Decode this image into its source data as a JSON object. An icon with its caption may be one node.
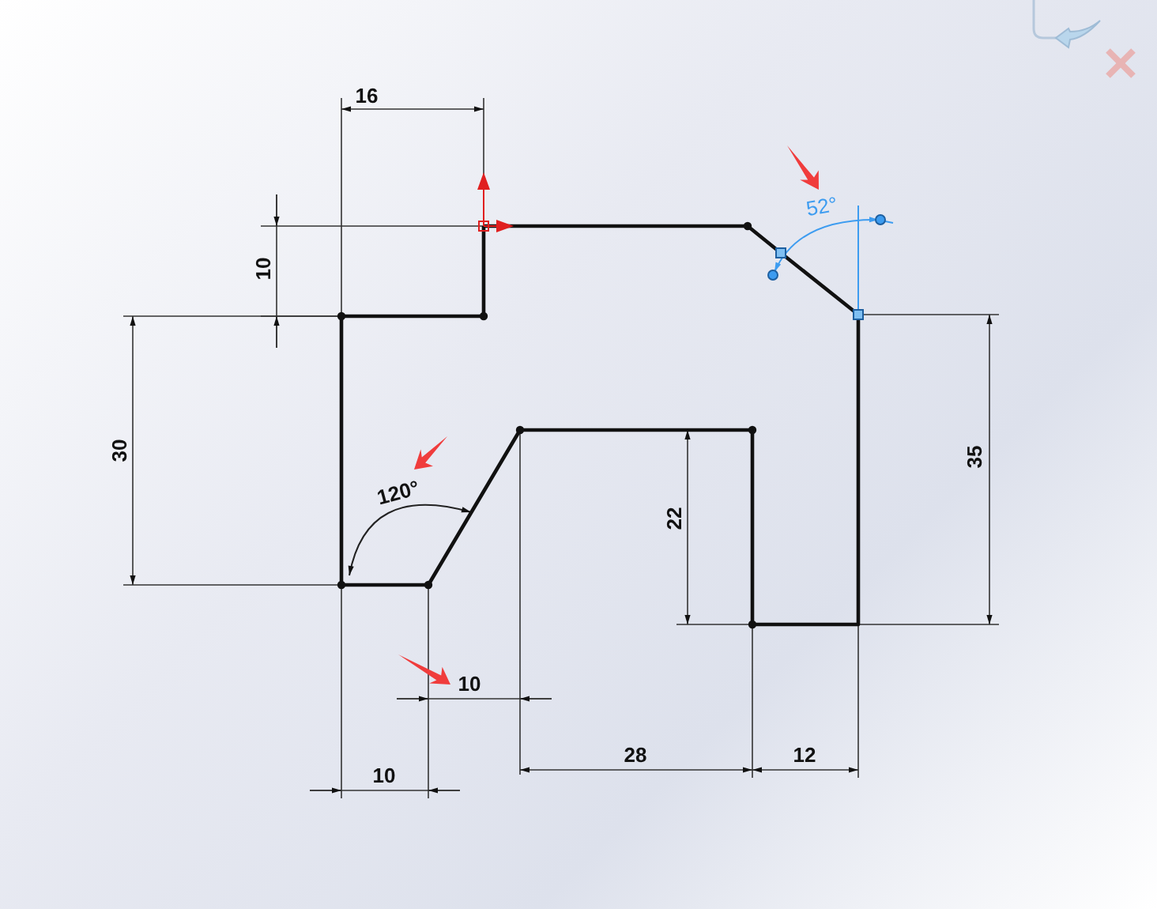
{
  "diagram": {
    "labels": [
      "16",
      "10",
      "52°",
      "30",
      "120°",
      "35",
      "22",
      "10",
      "10",
      "28",
      "12"
    ]
  }
}
